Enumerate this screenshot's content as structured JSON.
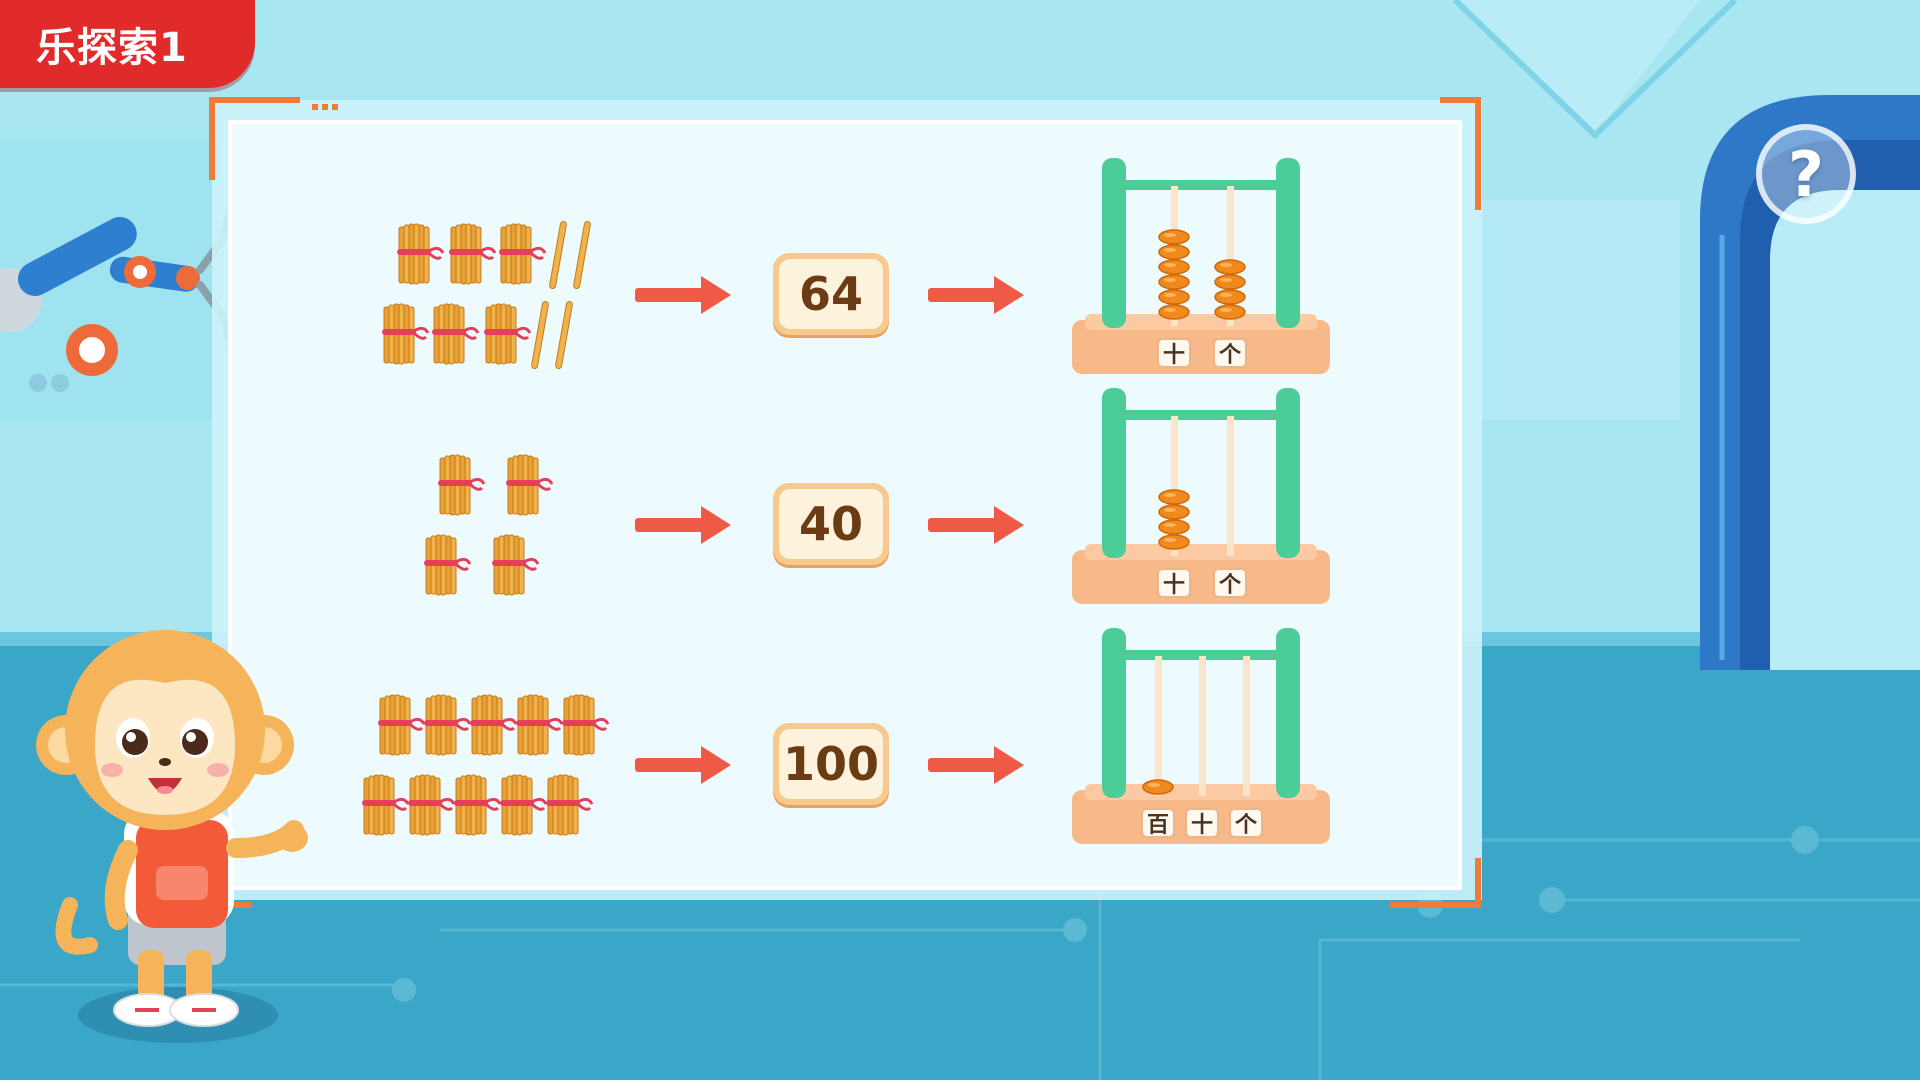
{
  "header": {
    "title": "乐探索1"
  },
  "help": {
    "symbol": "?"
  },
  "rows": [
    {
      "number": "64",
      "labels": [
        "十",
        "个"
      ]
    },
    {
      "number": "40",
      "labels": [
        "十",
        "个"
      ]
    },
    {
      "number": "100",
      "labels": [
        "百",
        "十",
        "个"
      ]
    }
  ],
  "colors": {
    "background": "#a8e6f2",
    "floor": "#3aa6c8",
    "title_tab": "#e12a2a",
    "arrow": "#ef5a47",
    "bead": "#f08a1c",
    "abacus_frame": "#4ccc96",
    "abacus_base": "#f8b98a",
    "stick": "#e9a034",
    "ribbon": "#e4405a"
  },
  "icons": [
    "help-question-icon",
    "robot-arm-icon",
    "monkey-mascot-icon"
  ]
}
